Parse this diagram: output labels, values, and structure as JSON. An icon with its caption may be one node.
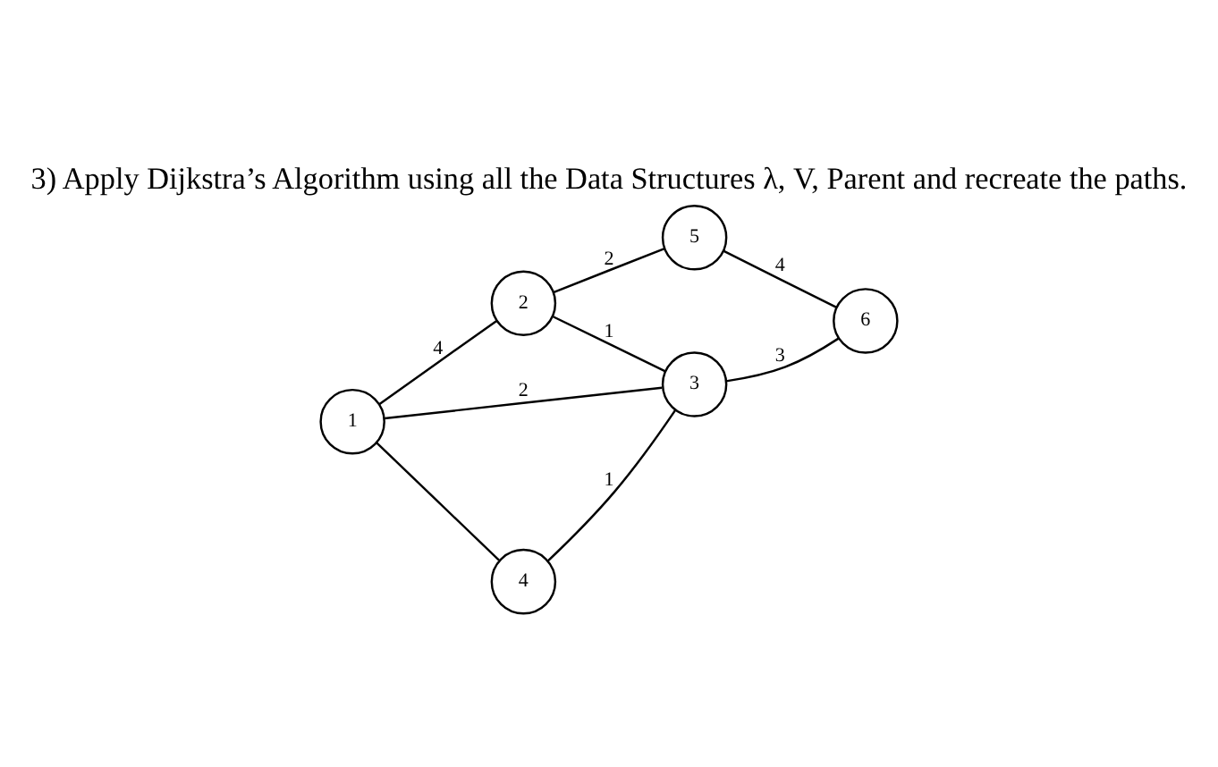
{
  "diagram": {
    "title": "3) Apply Dijkstra’s Algorithm using all the Data Structures λ, V, Parent and recreate the paths.",
    "nodes": [
      {
        "text": [
          "1"
        ]
      },
      {
        "text": [
          "2"
        ]
      },
      {
        "text": [
          "5"
        ]
      },
      {
        "text": [
          "3"
        ]
      },
      {
        "text": [
          "6"
        ]
      },
      {
        "text": [
          "4"
        ]
      }
    ],
    "edges": [
      {
        "from": 0,
        "to": 1,
        "arrow": "none",
        "label": "4"
      },
      {
        "from": 1,
        "to": 2,
        "arrow": "none",
        "label": "2"
      },
      {
        "from": 1,
        "to": 3,
        "arrow": "none",
        "label": "1"
      },
      {
        "from": 2,
        "to": 4,
        "arrow": "none",
        "label": "4"
      },
      {
        "from": 0,
        "to": 3,
        "arrow": "none",
        "label": "2"
      },
      {
        "from": 3,
        "to": 4,
        "arrow": "none",
        "label": "3"
      },
      {
        "from": 0,
        "to": 5,
        "arrow": "none"
      },
      {
        "from": 5,
        "to": 3,
        "arrow": "none",
        "label": "1"
      }
    ]
  }
}
